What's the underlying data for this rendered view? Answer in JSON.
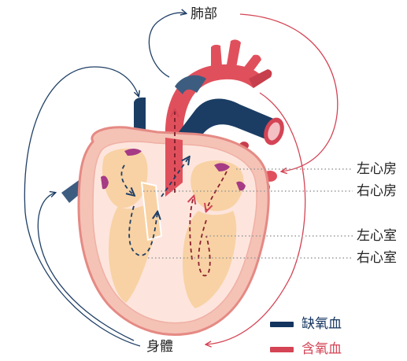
{
  "labels": {
    "lungs": "肺部",
    "body": "身體",
    "left_atrium": "左心房",
    "right_atrium": "右心房",
    "left_ventricle": "左心室",
    "right_ventricle": "右心室"
  },
  "legend": [
    {
      "label": "缺氧血",
      "color": "#13345f"
    },
    {
      "label": "含氧血",
      "color": "#d44455"
    }
  ],
  "colors": {
    "deoxygenated": "#13345f",
    "oxygenated": "#d44455",
    "vessel_blue": "#1b3d64",
    "vessel_blue_light": "#3d5d80",
    "vessel_red": "#e0505c",
    "heart_wall": "#f5c2b6",
    "heart_outline": "#e58a84",
    "chamber_fill": "#f8d2a4",
    "valve": "#a63a85",
    "arrow_line": "#1f3f66",
    "pointer_dots": "#999999"
  }
}
